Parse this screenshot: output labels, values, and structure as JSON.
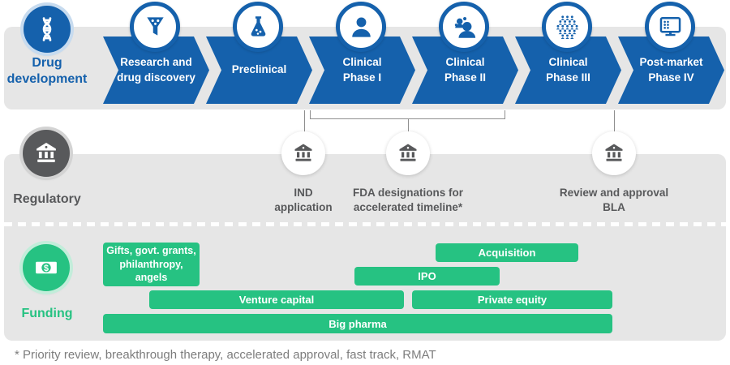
{
  "colors": {
    "phase_blue": "#1561ac",
    "band_gray": "#e6e6e6",
    "regulatory_gray": "#58595b",
    "funding_green": "#26c282"
  },
  "drug_development": {
    "label_lines": [
      "Drug",
      "development"
    ],
    "icon": "dna-icon",
    "phases": [
      {
        "icon": "funnel-icon",
        "lines": [
          "Research and",
          "drug discovery"
        ]
      },
      {
        "icon": "flask-icon",
        "lines": [
          "Preclinical",
          ""
        ]
      },
      {
        "icon": "person-icon",
        "lines": [
          "Clinical",
          "Phase I"
        ]
      },
      {
        "icon": "people-icon",
        "lines": [
          "Clinical",
          "Phase II"
        ]
      },
      {
        "icon": "crowd-icon",
        "lines": [
          "Clinical",
          "Phase III"
        ]
      },
      {
        "icon": "monitor-icon",
        "lines": [
          "Post-market",
          "Phase IV"
        ]
      }
    ]
  },
  "regulatory": {
    "label": "Regulatory",
    "icon": "bank-icon",
    "milestones": [
      {
        "icon": "bank-icon",
        "lines": [
          "IND",
          "application"
        ]
      },
      {
        "icon": "bank-icon",
        "lines": [
          "FDA designations for",
          "accelerated timeline*"
        ]
      },
      {
        "icon": "bank-icon",
        "lines": [
          "Review and approval",
          "BLA"
        ]
      }
    ]
  },
  "funding": {
    "label": "Funding",
    "icon": "money-icon",
    "sources": [
      {
        "lines": [
          "Gifts, govt. grants,",
          "philanthropy,",
          "angels"
        ]
      },
      {
        "label": "Acquisition"
      },
      {
        "label": "IPO"
      },
      {
        "label": "Venture capital"
      },
      {
        "label": "Private equity"
      },
      {
        "label": "Big pharma"
      }
    ]
  },
  "footnote": "* Priority review, breakthrough therapy, accelerated approval, fast track, RMAT"
}
